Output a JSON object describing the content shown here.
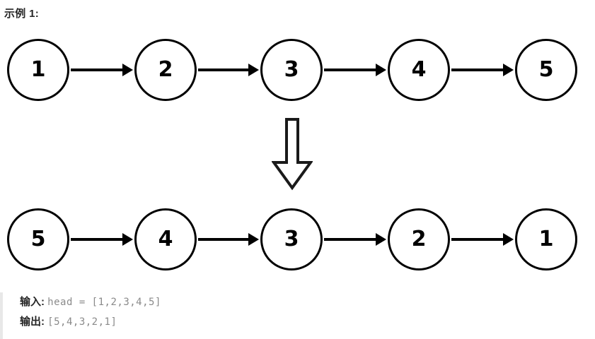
{
  "heading": "示例 1:",
  "diagram": {
    "top_row": {
      "label": "original-linked-list",
      "nodes": [
        "1",
        "2",
        "3",
        "4",
        "5"
      ],
      "arrows": [
        "arrow-1-to-2",
        "arrow-2-to-3",
        "arrow-3-to-4",
        "arrow-4-to-5"
      ]
    },
    "transform_arrow": "down-arrow-icon",
    "bottom_row": {
      "label": "reversed-linked-list",
      "nodes": [
        "5",
        "4",
        "3",
        "2",
        "1"
      ],
      "arrows": [
        "arrow-5-to-4",
        "arrow-4-to-3",
        "arrow-3-to-2",
        "arrow-2-to-1"
      ]
    }
  },
  "io": {
    "input_label": "输入:",
    "input_value": "head = [1,2,3,4,5]",
    "output_label": "输出:",
    "output_value": "[5,4,3,2,1]"
  },
  "colors": {
    "stroke": "#000000",
    "text": "#262626",
    "code_text": "#8a8a8a",
    "border_rule": "#e8e8e8",
    "background": "#ffffff"
  }
}
